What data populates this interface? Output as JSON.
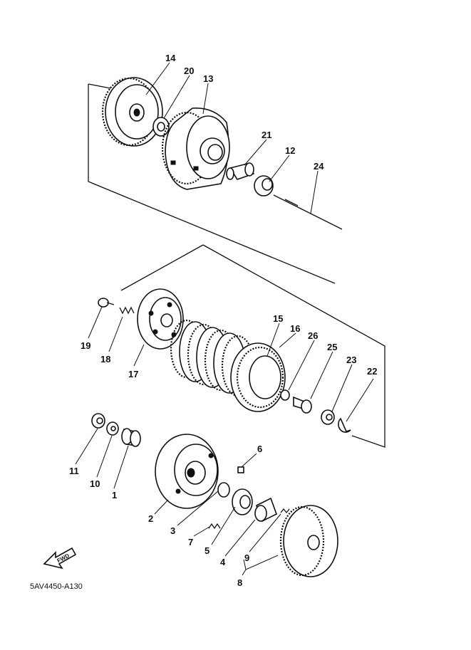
{
  "figure": {
    "drawing_code": "5AV4450-A130",
    "forward_label": "FWD",
    "callouts": {
      "p14": "14",
      "p20": "20",
      "p13": "13",
      "p21": "21",
      "p12": "12",
      "p24": "24",
      "p19": "19",
      "p18": "18",
      "p17": "17",
      "p15": "15",
      "p16": "16",
      "p26": "26",
      "p25": "25",
      "p23": "23",
      "p22": "22",
      "p11": "11",
      "p10": "10",
      "p1": "1",
      "p2": "2",
      "p3": "3",
      "p6": "6",
      "p7": "7",
      "p5": "5",
      "p4": "4",
      "p9": "9",
      "p8": "8"
    }
  }
}
